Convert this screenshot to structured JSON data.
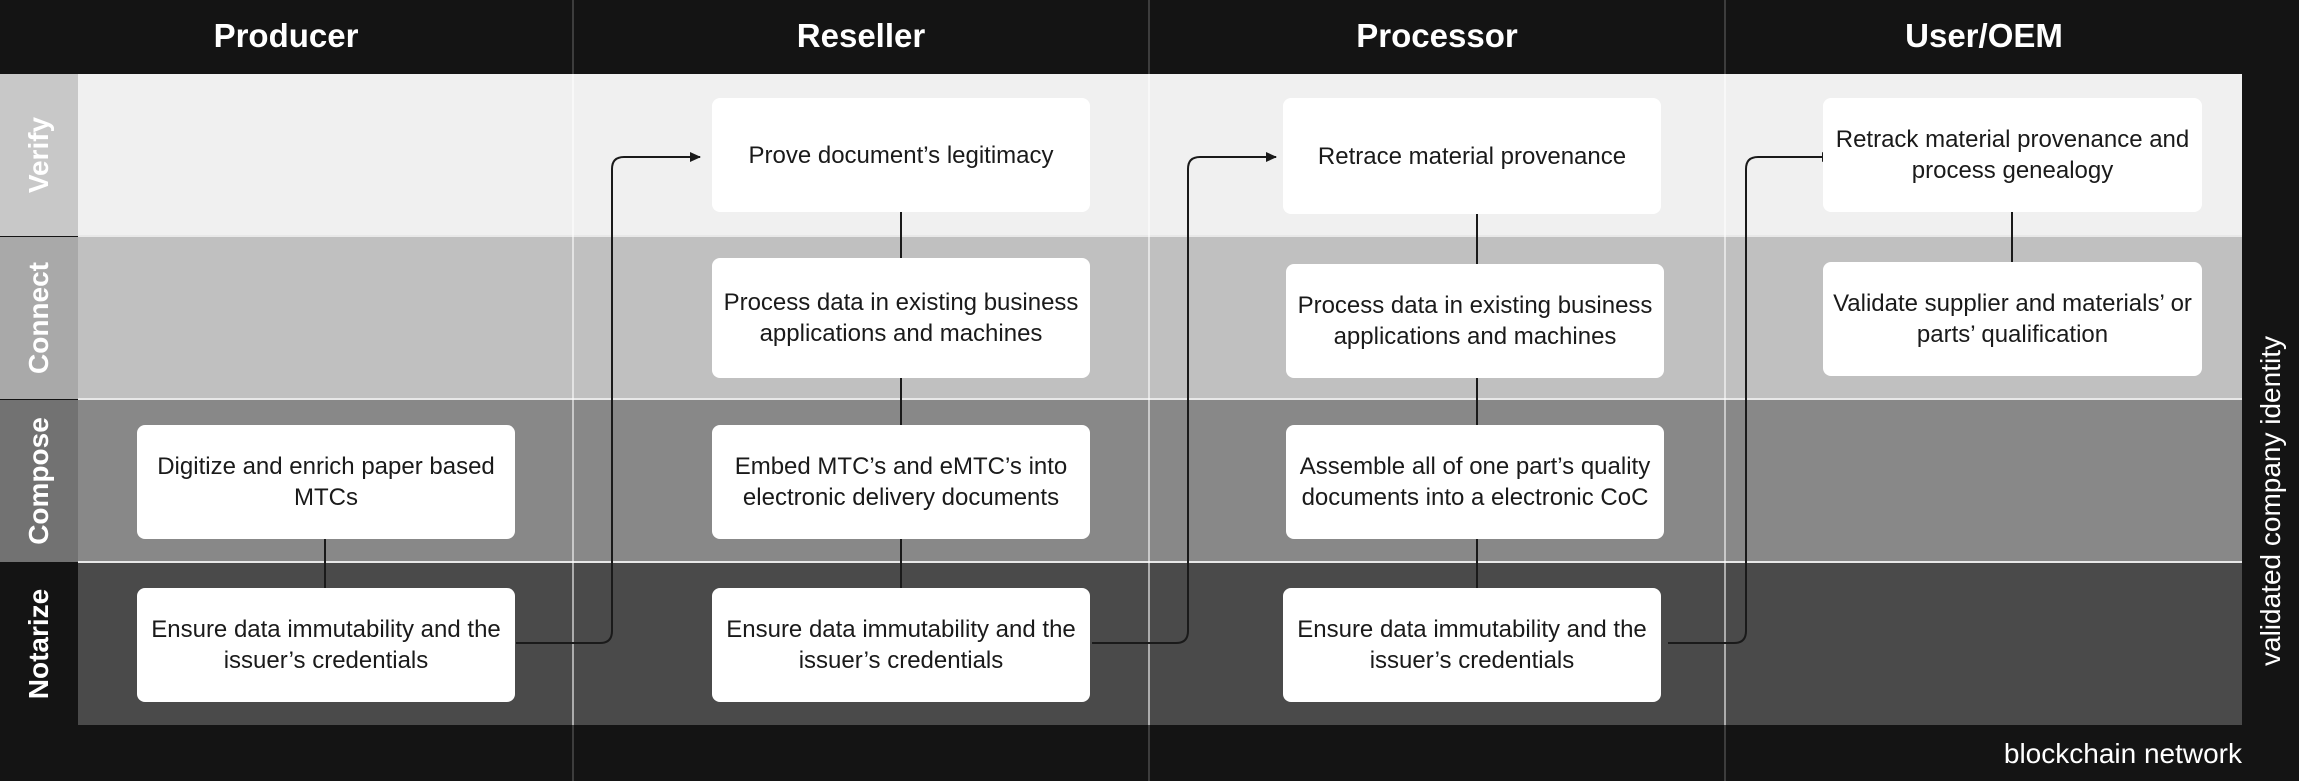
{
  "columns": [
    "Producer",
    "Reseller",
    "Processor",
    "User/OEM"
  ],
  "rows": [
    "Verify",
    "Connect",
    "Compose",
    "Notarize"
  ],
  "side_label": "validated company identity",
  "bottom_label": "blockchain network",
  "nodes": {
    "producer_compose": "Digitize and enrich paper based MTCs",
    "producer_notarize": "Ensure data immutability and the issuer’s credentials",
    "reseller_verify": "Prove document’s legitimacy",
    "reseller_connect": "Process data in existing business applications and machines",
    "reseller_compose": "Embed MTC’s and eMTC’s into electronic delivery documents",
    "reseller_notarize": "Ensure data immutability and the issuer’s credentials",
    "processor_verify": "Retrace material provenance",
    "processor_connect": "Process data in existing business applications and machines",
    "processor_compose": "Assemble all of one part’s quality documents into a electronic CoC",
    "processor_notarize": "Ensure data immutability and the issuer’s credentials",
    "user_verify": "Retrack material provenance and process genealogy",
    "user_connect": "Validate supplier and materials’ or parts’ qualification"
  },
  "colors": {
    "background": "#141414",
    "verify_band": "#f0f0f0",
    "connect_band": "#c0c0c0",
    "compose_band": "#888888",
    "notarize_band": "#4a4a4a",
    "node_fill": "#ffffff",
    "arrow": "#1a1a1a"
  }
}
